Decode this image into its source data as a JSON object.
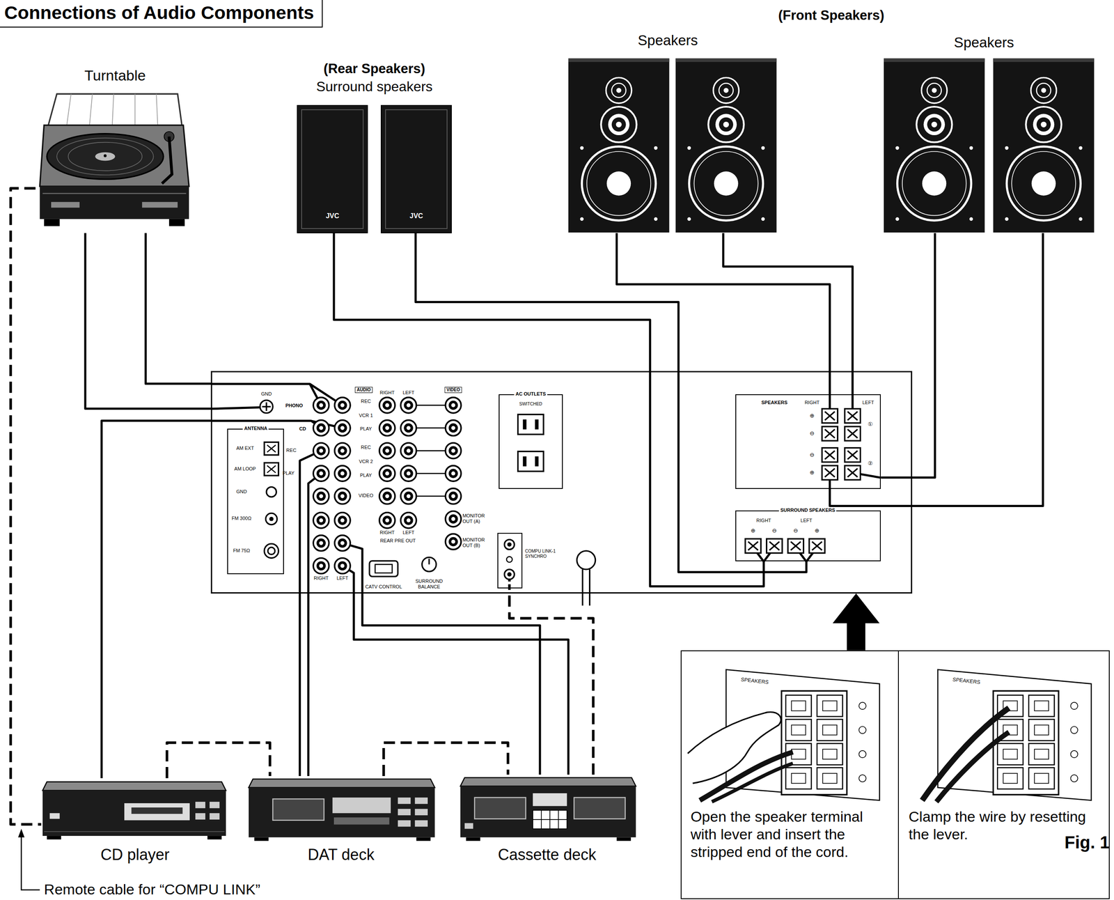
{
  "diagram": {
    "title": "Connections of Audio Components",
    "nodes": [
      {
        "text": [
          "Turntable"
        ]
      },
      {
        "text": [
          "(Rear Speakers)",
          "Surround speakers"
        ]
      },
      {
        "text": [
          "JVC"
        ],
        "in": 1
      },
      {
        "text": [
          "JVC"
        ],
        "in": 1
      },
      {
        "text": [
          "(Front Speakers)"
        ]
      },
      {
        "text": [
          "Speakers"
        ],
        "in": 4
      },
      {
        "text": [
          "Speakers"
        ],
        "in": 4
      },
      {
        "text": [
          "GND",
          "PHONO",
          "CD",
          "REC",
          "PLAY",
          "AUDIO",
          "RIGHT",
          "LEFT",
          "VIDEO",
          "REC",
          "VCR 1",
          "PLAY",
          "REC",
          "VCR 2",
          "PLAY",
          "VIDEO",
          "RIGHT",
          "LEFT",
          "REAR PRE OUT",
          "MONITOR OUT (A)",
          "MONITOR OUT (B)",
          "CATV CONTROL",
          "SURROUND BALANCE",
          "RIGHT",
          "LEFT"
        ]
      },
      {
        "text": [
          "ANTENNA",
          "AM EXT",
          "AM LOOP",
          "GND",
          "FM 300Ω",
          "FM 75Ω"
        ],
        "in": 7
      },
      {
        "text": [
          "AC OUTLETS",
          "SWITCHED"
        ],
        "in": 7
      },
      {
        "text": [
          "COMPU LINK-1 SYNCHRO"
        ],
        "in": 7
      },
      {
        "text": [
          "SPEAKERS",
          "RIGHT",
          "LEFT",
          "①",
          "②",
          "⊕",
          "⊖",
          "⊖",
          "⊕"
        ],
        "in": 7
      },
      {
        "text": [
          "SURROUND SPEAKERS",
          "RIGHT",
          "LEFT",
          "⊕",
          "⊖",
          "⊖",
          "⊕"
        ],
        "in": 7
      },
      {
        "text": [
          "CD player"
        ]
      },
      {
        "text": [
          "DAT deck"
        ]
      },
      {
        "text": [
          "Cassette deck"
        ]
      },
      {
        "text": [
          "Open the speaker terminal with lever and insert the stripped end of the cord."
        ]
      },
      {
        "text": [
          "Clamp the wire by resetting the lever."
        ]
      }
    ],
    "edges": [
      {
        "from": 0,
        "to": 7,
        "arrow": "none"
      },
      {
        "from": 0,
        "to": 7,
        "arrow": "none"
      },
      {
        "from": 0,
        "to": 13,
        "arrow": "none"
      },
      {
        "from": 2,
        "to": 12,
        "arrow": "none"
      },
      {
        "from": 3,
        "to": 12,
        "arrow": "none"
      },
      {
        "from": 5,
        "to": 11,
        "arrow": "none"
      },
      {
        "from": 5,
        "to": 11,
        "arrow": "none"
      },
      {
        "from": 6,
        "to": 11,
        "arrow": "none"
      },
      {
        "from": 6,
        "to": 11,
        "arrow": "none"
      },
      {
        "from": 13,
        "to": 7,
        "arrow": "none"
      },
      {
        "from": 14,
        "to": 7,
        "arrow": "none"
      },
      {
        "from": 14,
        "to": 7,
        "arrow": "none"
      },
      {
        "from": 15,
        "to": 7,
        "arrow": "none"
      },
      {
        "from": 15,
        "to": 7,
        "arrow": "none"
      },
      {
        "from": 13,
        "to": 14,
        "arrow": "none"
      },
      {
        "from": 14,
        "to": 15,
        "arrow": "none"
      },
      {
        "from": 15,
        "to": 10,
        "arrow": "none"
      },
      {
        "from": 16,
        "to": 7,
        "arrow": "to"
      }
    ],
    "labels": [
      "Fig. 1",
      "Remote cable for “COMPU LINK”",
      "SPEAKERS",
      "SPEAKERS"
    ]
  }
}
